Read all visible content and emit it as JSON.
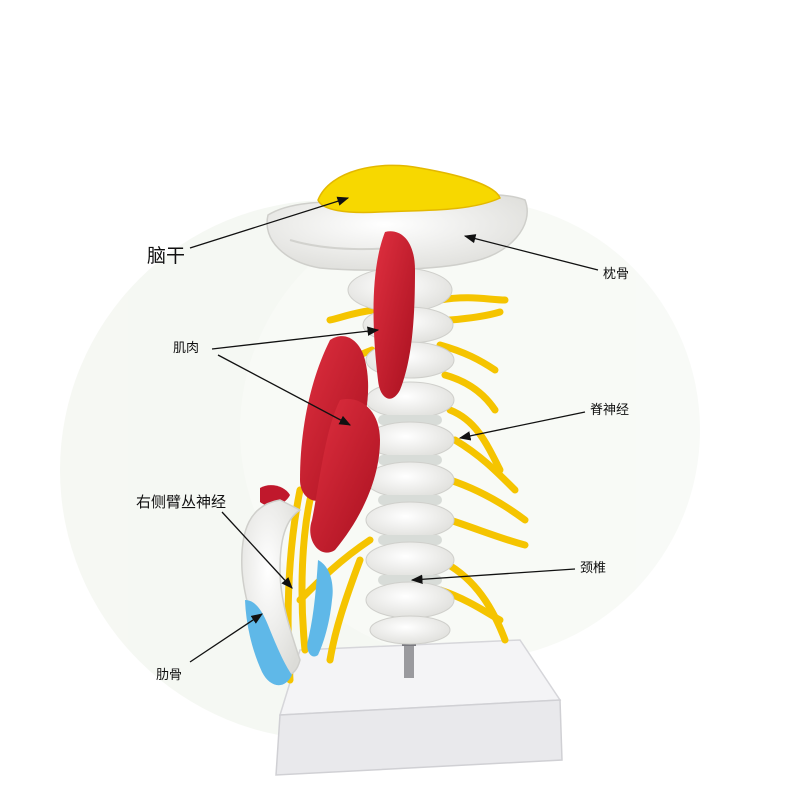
{
  "labels": {
    "brainstem": "脑干",
    "occipital": "枕骨",
    "muscle": "肌肉",
    "spinal_nerve": "脊神经",
    "right_brachial_plexus": "右侧臂丛神经",
    "cervical_vertebrae": "颈椎",
    "rib": "肋骨"
  },
  "colors": {
    "background": "#ffffff",
    "backdrop_wash": "#eef3ea",
    "bone": "#f6f6f2",
    "disc": "#d8dcd8",
    "nerve": "#f5c400",
    "brainstem": "#f7d800",
    "muscle": "#c0182c",
    "rib_cartilage": "#5fb8e8",
    "stand": "#f1f1f3",
    "pointer": "#111111"
  }
}
